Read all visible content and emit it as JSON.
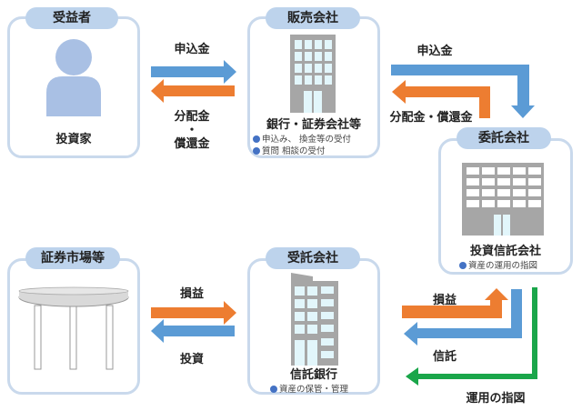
{
  "colors": {
    "blue": "#5b9bd5",
    "orange": "#ed7d31",
    "green": "#1aa64a",
    "box_border": "#c9d9ec",
    "pill": "#bdd3ec",
    "building": "#a6a6a6",
    "window": "#e2f6fb"
  },
  "beneficiary": {
    "title": "受益者",
    "label": "投資家"
  },
  "seller": {
    "title": "販売会社",
    "label": "銀行・証券会社等",
    "notes": [
      "申込み、 換金等の受付",
      "質問 相談の受付"
    ]
  },
  "trustor": {
    "title": "委託会社",
    "label": "投資信託会社",
    "notes": [
      "資産の運用の指図"
    ]
  },
  "market": {
    "title": "証券市場等"
  },
  "trustee": {
    "title": "受託会社",
    "label": "信託銀行",
    "notes": [
      "資産の保管・管理"
    ]
  },
  "arrows": {
    "investor_to_seller": "申込金",
    "seller_to_investor_1": "分配金",
    "seller_to_investor_dot": "・",
    "seller_to_investor_2": "償還金",
    "seller_to_trustor": "申込金",
    "trustor_to_seller": "分配金・償還金",
    "market_to_trustee": "損益",
    "trustee_to_market": "投資",
    "trustee_to_trustor": "損益",
    "trustor_to_trustee_trust": "信託",
    "trustor_to_trustee_instruction": "運用の指図"
  }
}
